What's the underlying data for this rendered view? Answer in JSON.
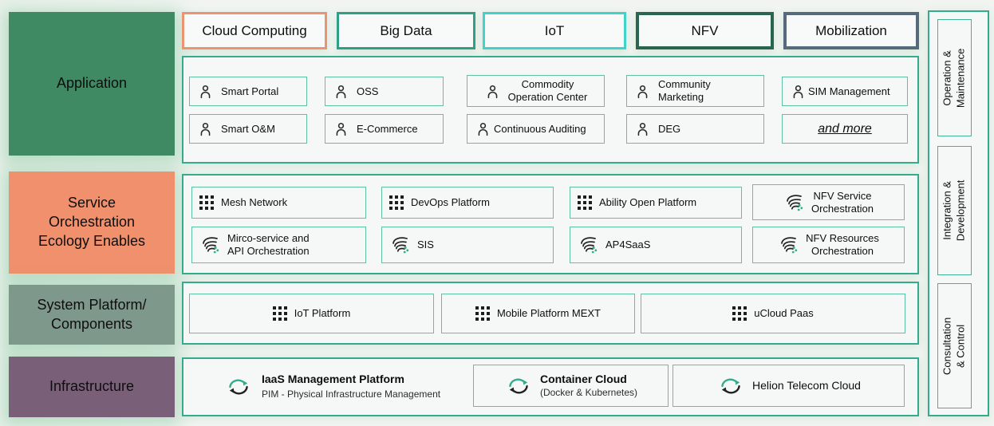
{
  "left_blocks": [
    {
      "label": "Application",
      "color": "#3f8a63"
    },
    {
      "label": "Service\nOrchestration\nEcology Enables",
      "color": "#f0906c"
    },
    {
      "label": "System Platform/\nComponents",
      "color": "#7e988b"
    },
    {
      "label": "Infrastructure",
      "color": "#7a5f78"
    }
  ],
  "top_chips": [
    {
      "label": "Cloud Computing",
      "border_color": "#ec9471"
    },
    {
      "label": "Big Data",
      "border_color": "#2f9f85"
    },
    {
      "label": "IoT",
      "border_color": "#41d3c9"
    },
    {
      "label": "NFV",
      "border_color": "#2a6550"
    },
    {
      "label": "Mobilization",
      "border_color": "#566a7c"
    }
  ],
  "application": {
    "items": [
      {
        "label": "Smart Portal",
        "icon": "person-icon"
      },
      {
        "label": "OSS",
        "icon": "person-icon"
      },
      {
        "label": "Commodity\nOperation Center",
        "icon": "person-icon"
      },
      {
        "label": "Community\nMarketing",
        "icon": "person-icon"
      },
      {
        "label": "SIM Management",
        "icon": "person-icon"
      },
      {
        "label": "Smart O&M",
        "icon": "person-icon"
      },
      {
        "label": "E-Commerce",
        "icon": "person-icon"
      },
      {
        "label": "Continuous Auditing",
        "icon": "person-icon"
      },
      {
        "label": "DEG",
        "icon": "person-icon"
      },
      {
        "label": "and more",
        "icon": ""
      }
    ]
  },
  "service": {
    "items": [
      {
        "label": "Mesh Network",
        "icon": "grid-icon"
      },
      {
        "label": "DevOps Platform",
        "icon": "grid-icon"
      },
      {
        "label": "Ability Open Platform",
        "icon": "grid-icon"
      },
      {
        "label": "NFV Service\nOrchestration",
        "icon": "orchestration-icon"
      },
      {
        "label": "Mirco-service and\nAPI Orchestration",
        "icon": "orchestration-icon"
      },
      {
        "label": "SIS",
        "icon": "orchestration-icon"
      },
      {
        "label": "AP4SaaS",
        "icon": "orchestration-icon"
      },
      {
        "label": "NFV Resources\nOrchestration",
        "icon": "orchestration-icon"
      }
    ]
  },
  "system": {
    "items": [
      {
        "label": "IoT Platform",
        "icon": "grid-icon"
      },
      {
        "label": "Mobile Platform MEXT",
        "icon": "grid-icon"
      },
      {
        "label": "uCloud Paas",
        "icon": "grid-icon"
      }
    ]
  },
  "infrastructure": {
    "items": [
      {
        "label": "IaaS Management Platform",
        "sub": "PIM - Physical Infrastructure Management",
        "icon": "cloud-sync-icon"
      },
      {
        "label": "Container Cloud",
        "sub": "(Docker & Kubernetes)",
        "icon": "cloud-sync-icon"
      },
      {
        "label": "Helion Telecom Cloud",
        "sub": "",
        "icon": "cloud-sync-icon"
      }
    ]
  },
  "right_rail": {
    "items": [
      {
        "label": "Operation &\nMaintenance"
      },
      {
        "label": "Integration &\nDevelopment"
      },
      {
        "label": "Consultation & Control"
      }
    ]
  },
  "palette": {
    "row_border_teal": "#35ab8d",
    "item_border_teal": "#5fc0a3",
    "box_fill": "#f6f8f7",
    "page_bg": "#f1f4f1",
    "accent_green": "#2fae8c"
  }
}
